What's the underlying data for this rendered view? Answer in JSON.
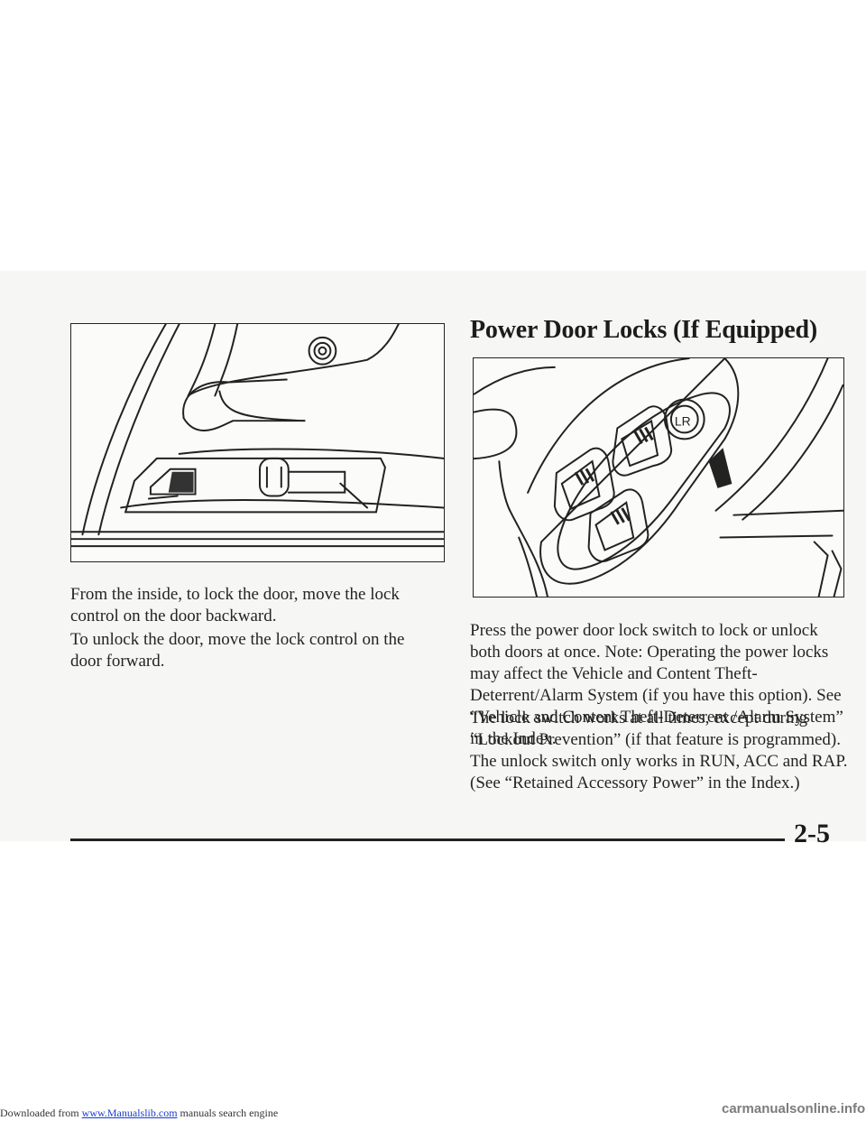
{
  "footer": {
    "prefix": "Downloaded from ",
    "link": "www.Manualslib.com",
    "suffix": " manuals search engine",
    "watermark": "carmanualsonline.info"
  },
  "heading": "Power Door Locks (If Equipped)",
  "left_column": {
    "paragraphs": [
      "From the inside, to lock the door, move the lock control on the door backward.",
      "To unlock the door, move the lock control on the door forward."
    ]
  },
  "right_column": {
    "switch_label": "LR",
    "paragraphs": [
      "Press the power door lock switch to lock or unlock both doors at once. Note: Operating the power locks may affect the Vehicle and Content Theft-Deterrent/Alarm System (if you have this option). See “Vehicle and Content Theft-Deterrent /Alarm System” in the Index.",
      "The lock switch works at all times, except during “Lockout Prevention” (if that feature is programmed). The unlock switch only works in RUN, ACC and RAP. (See “Retained Accessory Power” in the Index.)"
    ]
  },
  "page_number": "2-5",
  "colors": {
    "ink": "#1a1a1a",
    "link": "#1a3ccf",
    "watermark": "#7c7c7c"
  }
}
